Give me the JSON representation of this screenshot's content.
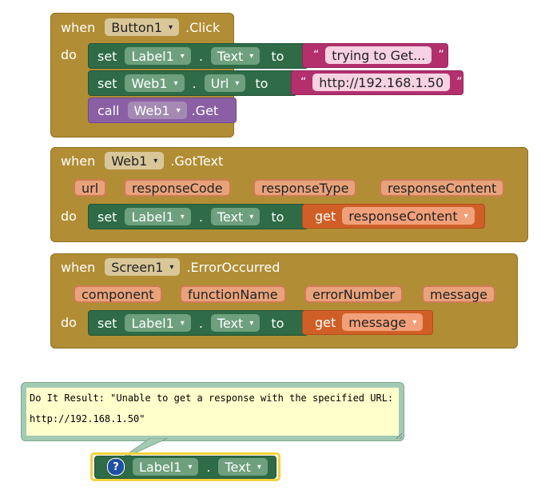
{
  "event1": {
    "when": "when",
    "component": "Button1",
    "event": ".Click",
    "do": "do",
    "stmt1": {
      "set": "set",
      "component": "Label1",
      "dot": ".",
      "property": "Text",
      "to": "to",
      "value": "trying to Get..."
    },
    "stmt2": {
      "set": "set",
      "component": "Web1",
      "dot": ".",
      "property": "Url",
      "to": "to",
      "value": "http://192.168.1.50"
    },
    "stmt3": {
      "call": "call",
      "component": "Web1",
      "method": ".Get"
    }
  },
  "event2": {
    "when": "when",
    "component": "Web1",
    "event": ".GotText",
    "params": [
      "url",
      "responseCode",
      "responseType",
      "responseContent"
    ],
    "do": "do",
    "stmt1": {
      "set": "set",
      "component": "Label1",
      "dot": ".",
      "property": "Text",
      "to": "to",
      "get": "get",
      "variable": "responseContent"
    }
  },
  "event3": {
    "when": "when",
    "component": "Screen1",
    "event": ".ErrorOccurred",
    "params": [
      "component",
      "functionName",
      "errorNumber",
      "message"
    ],
    "do": "do",
    "stmt1": {
      "set": "set",
      "component": "Label1",
      "dot": ".",
      "property": "Text",
      "to": "to",
      "get": "get",
      "variable": "message"
    }
  },
  "result": {
    "line1": "Do It Result: \"Unable to get a response with the specified URL:",
    "line2": "http://192.168.1.50\""
  },
  "getter": {
    "help": "?",
    "component": "Label1",
    "dot": ".",
    "property": "Text"
  },
  "icons": {
    "caret": "▾",
    "help": "help-circle-icon"
  },
  "colors": {
    "event": "#b18e35",
    "setter": "#2e6b46",
    "call": "#8b5fa4",
    "text": "#b3306d",
    "variable": "#d05f27"
  }
}
